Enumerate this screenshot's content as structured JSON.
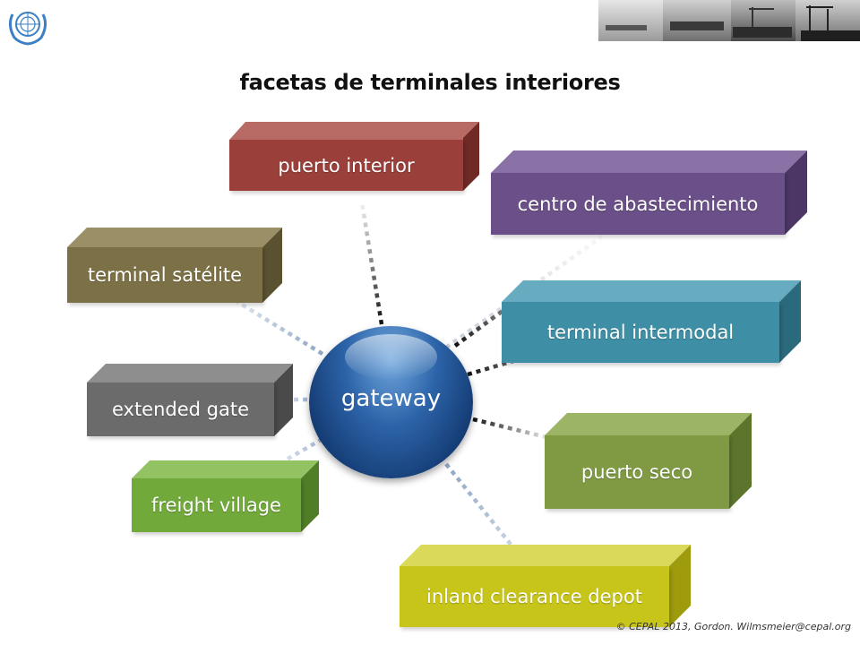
{
  "title": "facetas de terminales interiores",
  "center": {
    "label": "gateway"
  },
  "facets": [
    {
      "id": "puerto-interior",
      "label": "puerto interior",
      "color": "#9a3f3a"
    },
    {
      "id": "centro-de-abastecimiento",
      "label": "centro de abastecimiento",
      "color": "#6b4f88"
    },
    {
      "id": "terminal-satelite",
      "label": "terminal satélite",
      "color": "#7c7146"
    },
    {
      "id": "terminal-intermodal",
      "label": "terminal intermodal",
      "color": "#3e8fa5"
    },
    {
      "id": "extended-gate",
      "label": "extended gate",
      "color": "#6b6b6b"
    },
    {
      "id": "puerto-seco",
      "label": "puerto seco",
      "color": "#7f9a43"
    },
    {
      "id": "freight-village",
      "label": "freight village",
      "color": "#71a93b"
    },
    {
      "id": "inland-clearance-depot",
      "label": "inland clearance depot",
      "color": "#c7c51a"
    }
  ],
  "copyright": "© CEPAL 2013, Gordon. Wilmsmeier@cepal.org"
}
